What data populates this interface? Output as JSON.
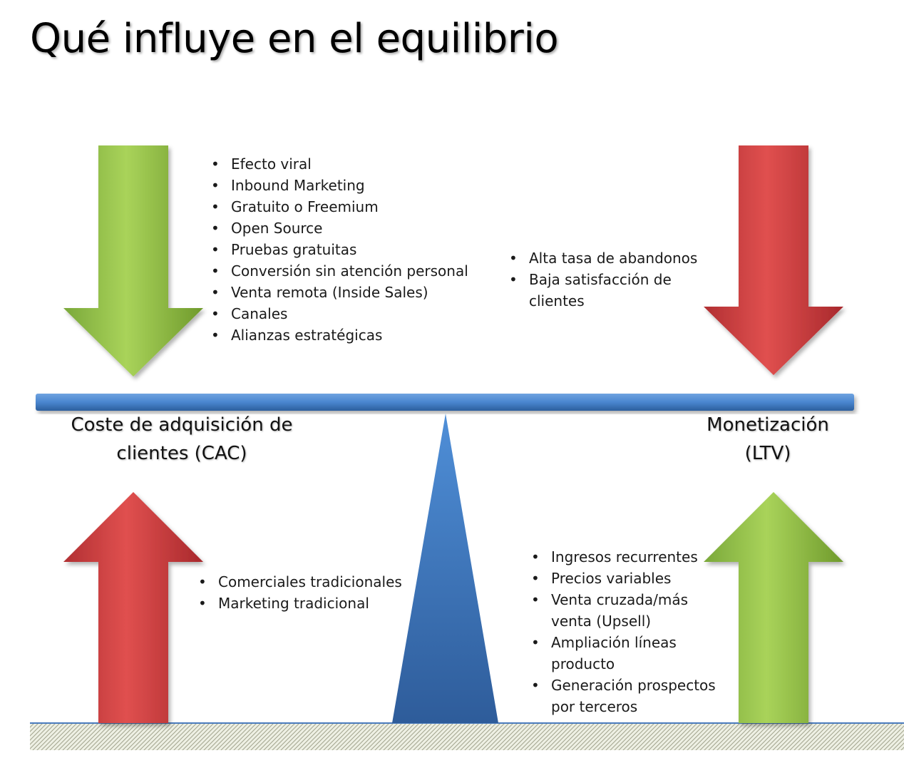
{
  "title": "Qué influye en el equilibrio",
  "labels": {
    "cac_line1": "Coste de adquisición de",
    "cac_line2": "clientes (CAC)",
    "ltv_line1": "Monetización",
    "ltv_line2": "(LTV)"
  },
  "lists": {
    "cac_down": [
      "Efecto viral",
      "Inbound Marketing",
      "Gratuito o Freemium",
      "Open Source",
      "Pruebas gratuitas",
      "Conversión sin atención personal",
      "Venta remota (Inside Sales)",
      "Canales",
      "Alianzas estratégicas"
    ],
    "cac_up": [
      "Comerciales tradicionales",
      "Marketing tradicional"
    ],
    "ltv_down": [
      "Alta tasa de abandonos",
      "Baja satisfacción de clientes"
    ],
    "ltv_up": [
      "Ingresos recurrentes",
      "Precios variables",
      "Venta cruzada/más venta (Upsell)",
      "Ampliación líneas producto",
      "Generación prospectos por terceros"
    ]
  },
  "colors": {
    "green": "#8cbf3f",
    "red": "#c0393b",
    "blue": "#3b73b9"
  }
}
